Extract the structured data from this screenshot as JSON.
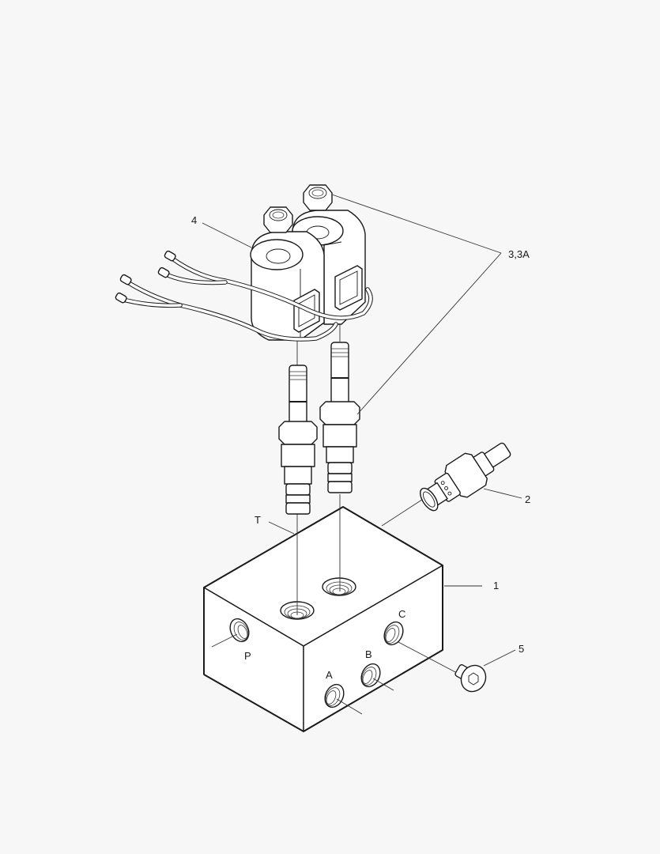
{
  "diagram": {
    "type": "exploded-parts-view",
    "background": "#f7f7f7",
    "line_color": "#1a1a1a",
    "callouts": [
      {
        "id": "1",
        "label": "1",
        "part": "manifold-block"
      },
      {
        "id": "2",
        "label": "2",
        "part": "cartridge-valve-side"
      },
      {
        "id": "3",
        "label": "3,3A",
        "part": "solenoid-cartridge-valves-and-nuts"
      },
      {
        "id": "4",
        "label": "4",
        "part": "solenoid-coils"
      },
      {
        "id": "5",
        "label": "5",
        "part": "plug"
      }
    ],
    "ports": [
      {
        "id": "T",
        "label": "T"
      },
      {
        "id": "P",
        "label": "P"
      },
      {
        "id": "A",
        "label": "A"
      },
      {
        "id": "B",
        "label": "B"
      },
      {
        "id": "C",
        "label": "C"
      }
    ]
  }
}
